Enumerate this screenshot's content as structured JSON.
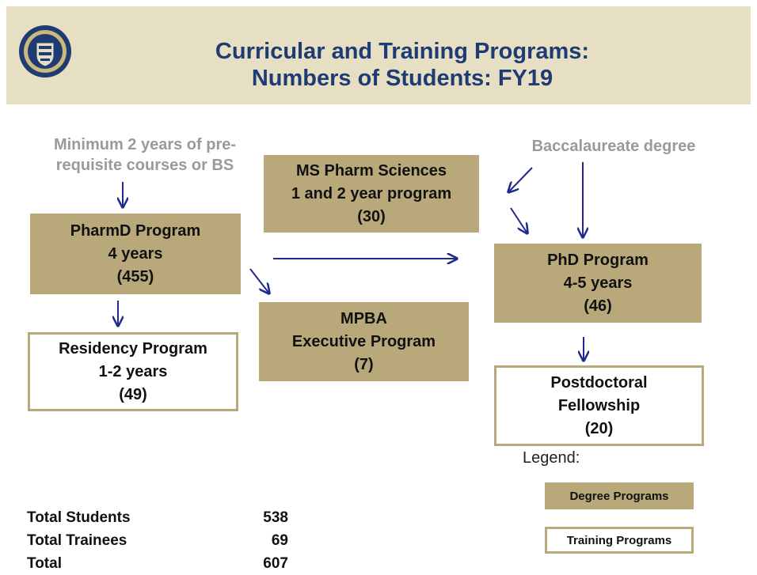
{
  "header": {
    "title_line1": "Curricular and Training Programs:",
    "title_line2": "Numbers of Students: FY19",
    "seal_icon": "university-seal-icon"
  },
  "notes": {
    "prereq_line1": "Minimum 2 years of pre-",
    "prereq_line2": "requisite courses or BS",
    "baccalaureate": "Baccalaureate degree"
  },
  "programs": {
    "pharmd": {
      "name": "PharmD Program",
      "duration": "4 years",
      "count": "(455)"
    },
    "residency": {
      "name": "Residency Program",
      "duration": "1-2 years",
      "count": "(49)"
    },
    "ms": {
      "name": "MS Pharm Sciences",
      "duration": "1 and 2 year program",
      "count": "(30)"
    },
    "mpba": {
      "name": "MPBA",
      "duration": "Executive Program",
      "count": "(7)"
    },
    "phd": {
      "name": "PhD Program",
      "duration": "4-5 years",
      "count": "(46)"
    },
    "postdoc": {
      "name": "Postdoctoral",
      "duration": "Fellowship",
      "count": "(20)"
    }
  },
  "legend": {
    "label": "Legend:",
    "degree": "Degree Programs",
    "training": "Training Programs",
    "colors": {
      "degree": "#b9a97a",
      "training": "#ffffff"
    }
  },
  "totals": [
    {
      "label": "Total Students",
      "value": "538"
    },
    {
      "label": "Total Trainees",
      "value": "69"
    },
    {
      "label": "Total",
      "value": "607"
    }
  ],
  "colors": {
    "header_bg": "#e6dfc4",
    "title": "#1f3b73",
    "arrow": "#1f2a8c",
    "note": "#9a9a9a"
  }
}
